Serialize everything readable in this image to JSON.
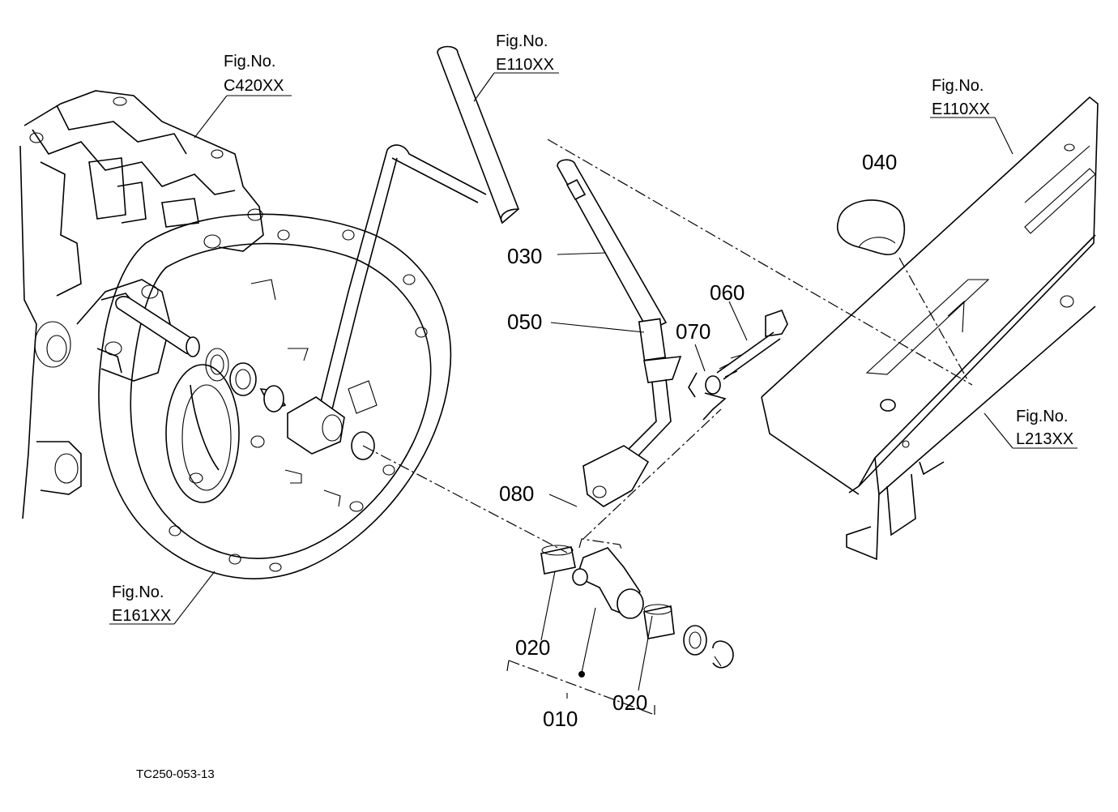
{
  "drawing_code": "TC250-053-13",
  "colors": {
    "ink": "#000000",
    "paper": "#ffffff"
  },
  "fig_refs": [
    {
      "title": "Fig.No.",
      "code": "C420XX"
    },
    {
      "title": "Fig.No.",
      "code": "E110XX"
    },
    {
      "title": "Fig.No.",
      "code": "E110XX"
    },
    {
      "title": "Fig.No.",
      "code": "L213XX"
    },
    {
      "title": "Fig.No.",
      "code": "E161XX"
    }
  ],
  "part_labels": [
    "010",
    "020",
    "020",
    "030",
    "040",
    "050",
    "060",
    "070",
    "080"
  ]
}
